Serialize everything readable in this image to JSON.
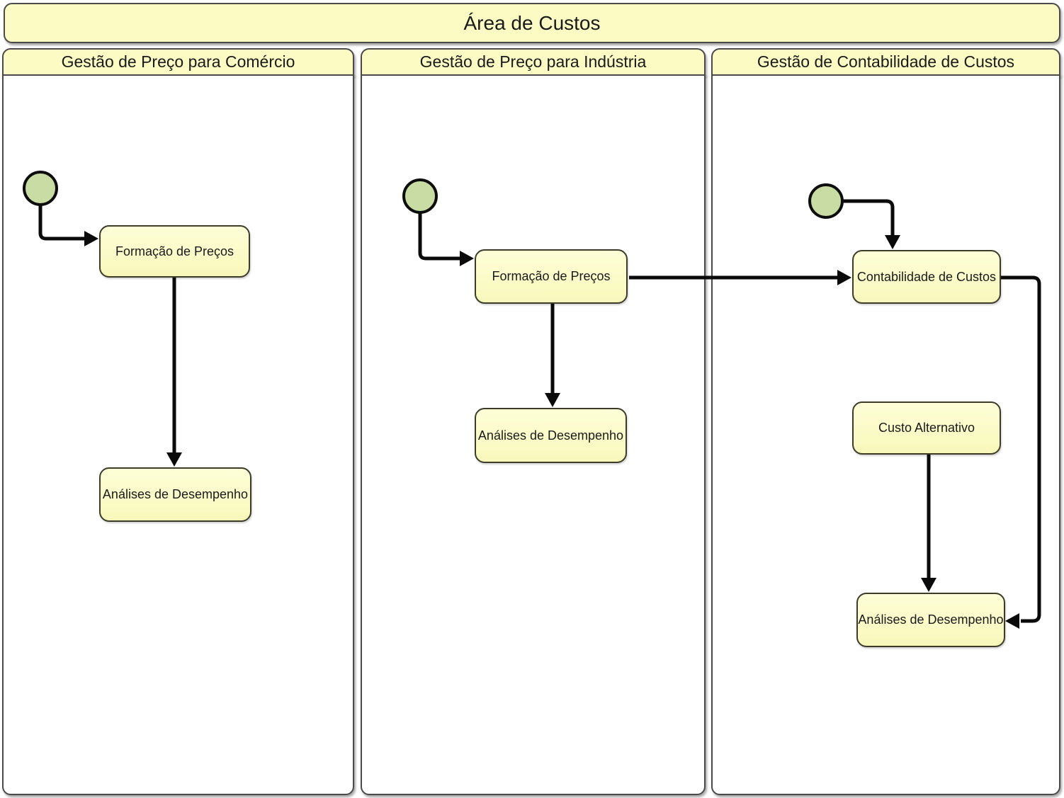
{
  "title": "Área de Custos",
  "lanes": [
    {
      "id": "comercio",
      "title": "Gestão de Preço para Comércio",
      "has_start_node": true,
      "nodes": [
        {
          "label": "Formação de Preços"
        },
        {
          "label": "Análises de Desempenho"
        }
      ]
    },
    {
      "id": "industria",
      "title": "Gestão de Preço para Indústria",
      "has_start_node": true,
      "nodes": [
        {
          "label": "Formação de Preços"
        },
        {
          "label": "Análises de Desempenho"
        }
      ]
    },
    {
      "id": "contabilidade",
      "title": "Gestão de Contabilidade de Custos",
      "has_start_node": true,
      "nodes": [
        {
          "label": "Contabilidade de Custos"
        },
        {
          "label": "Custo Alternativo"
        },
        {
          "label": "Análises de Desempenho"
        }
      ]
    }
  ],
  "edges": [
    {
      "from": "start (Gestão de Preço para Comércio)",
      "to": "Formação de Preços (Comércio)"
    },
    {
      "from": "Formação de Preços (Comércio)",
      "to": "Análises de Desempenho (Comércio)"
    },
    {
      "from": "start (Gestão de Preço para Indústria)",
      "to": "Formação de Preços (Indústria)"
    },
    {
      "from": "Formação de Preços (Indústria)",
      "to": "Análises de Desempenho (Indústria)"
    },
    {
      "from": "Formação de Preços (Indústria)",
      "to": "Contabilidade de Custos (Contabilidade)"
    },
    {
      "from": "start (Gestão de Contabilidade de Custos)",
      "to": "Contabilidade de Custos (Contabilidade)"
    },
    {
      "from": "Contabilidade de Custos (Contabilidade)",
      "to": "Análises de Desempenho (Contabilidade)"
    },
    {
      "from": "Custo Alternativo (Contabilidade)",
      "to": "Análises de Desempenho (Contabilidade)"
    }
  ],
  "icons": {
    "start_node": "filled-circle"
  },
  "colors": {
    "panel_fill": "#FBFBC3",
    "lane_border": "#4A4A4A",
    "node_fill_top": "#FEFED8",
    "node_fill_bottom": "#F8F8BB",
    "node_border": "#3C3C28",
    "start_node_fill": "#C9DCA4",
    "arrow": "#0A0A0A",
    "text": "#1A1A1A",
    "background": "#FFFFFF"
  }
}
